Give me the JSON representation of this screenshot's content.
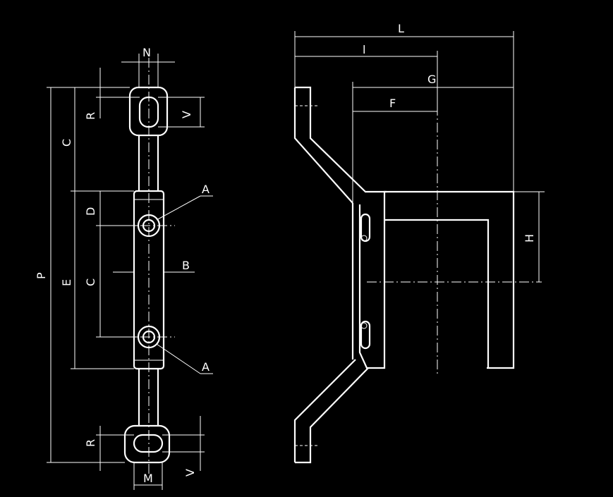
{
  "labels": {
    "N": "N",
    "R1": "R",
    "V1": "V",
    "C1": "C",
    "A1": "A",
    "D": "D",
    "B": "B",
    "P": "P",
    "E": "E",
    "C2": "C",
    "A2": "A",
    "R2": "R",
    "M": "M",
    "V2": "V",
    "L": "L",
    "l": "l",
    "G": "G",
    "F": "F",
    "H": "H"
  },
  "colors": {
    "background": "#000000",
    "line": "#ffffff"
  }
}
